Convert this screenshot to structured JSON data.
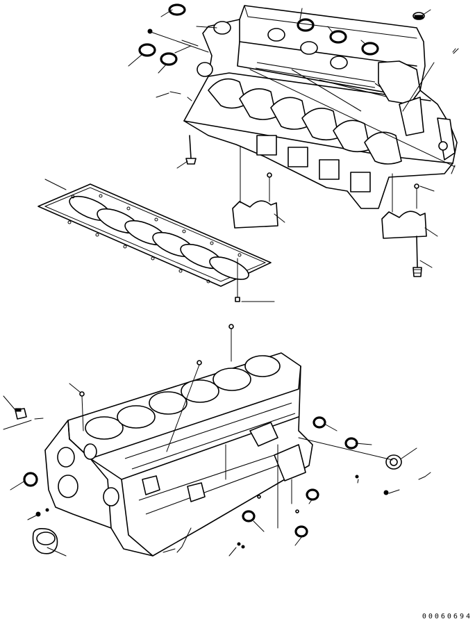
{
  "diagram": {
    "drawing_number": "00060694",
    "assemblies": [
      "cylinder-block-upper-view",
      "cylinder-head-gasket",
      "cylinder-block-lower-view"
    ]
  }
}
